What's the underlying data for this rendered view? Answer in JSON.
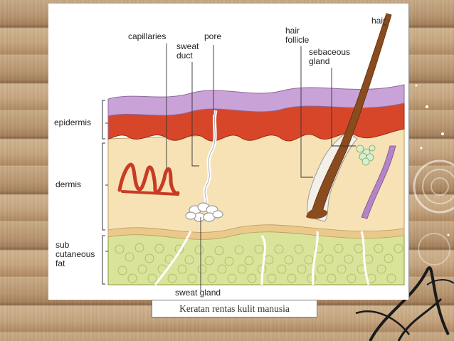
{
  "diagram": {
    "labels": {
      "capillaries": "capillaries",
      "sweat_duct": "sweat\nduct",
      "pore": "pore",
      "hair_follicle": "hair\nfollicle",
      "hair": "hair",
      "sebaceous_gland": "sebaceous\ngland",
      "epidermis": "epidermis",
      "dermis": "dermis",
      "subcutaneous_fat": "sub\ncutaneous\nfat",
      "sweat_gland": "sweat gland"
    }
  },
  "caption": "Keratan rentas kulit manusia",
  "colors": {
    "epidermis_top": "#c9a2d8",
    "epidermis_basal": "#d8462a",
    "dermis": "#f6e2b5",
    "fat": "#d9e49a",
    "hair": "#8a4b1e",
    "capillaries": "#c93b23"
  }
}
